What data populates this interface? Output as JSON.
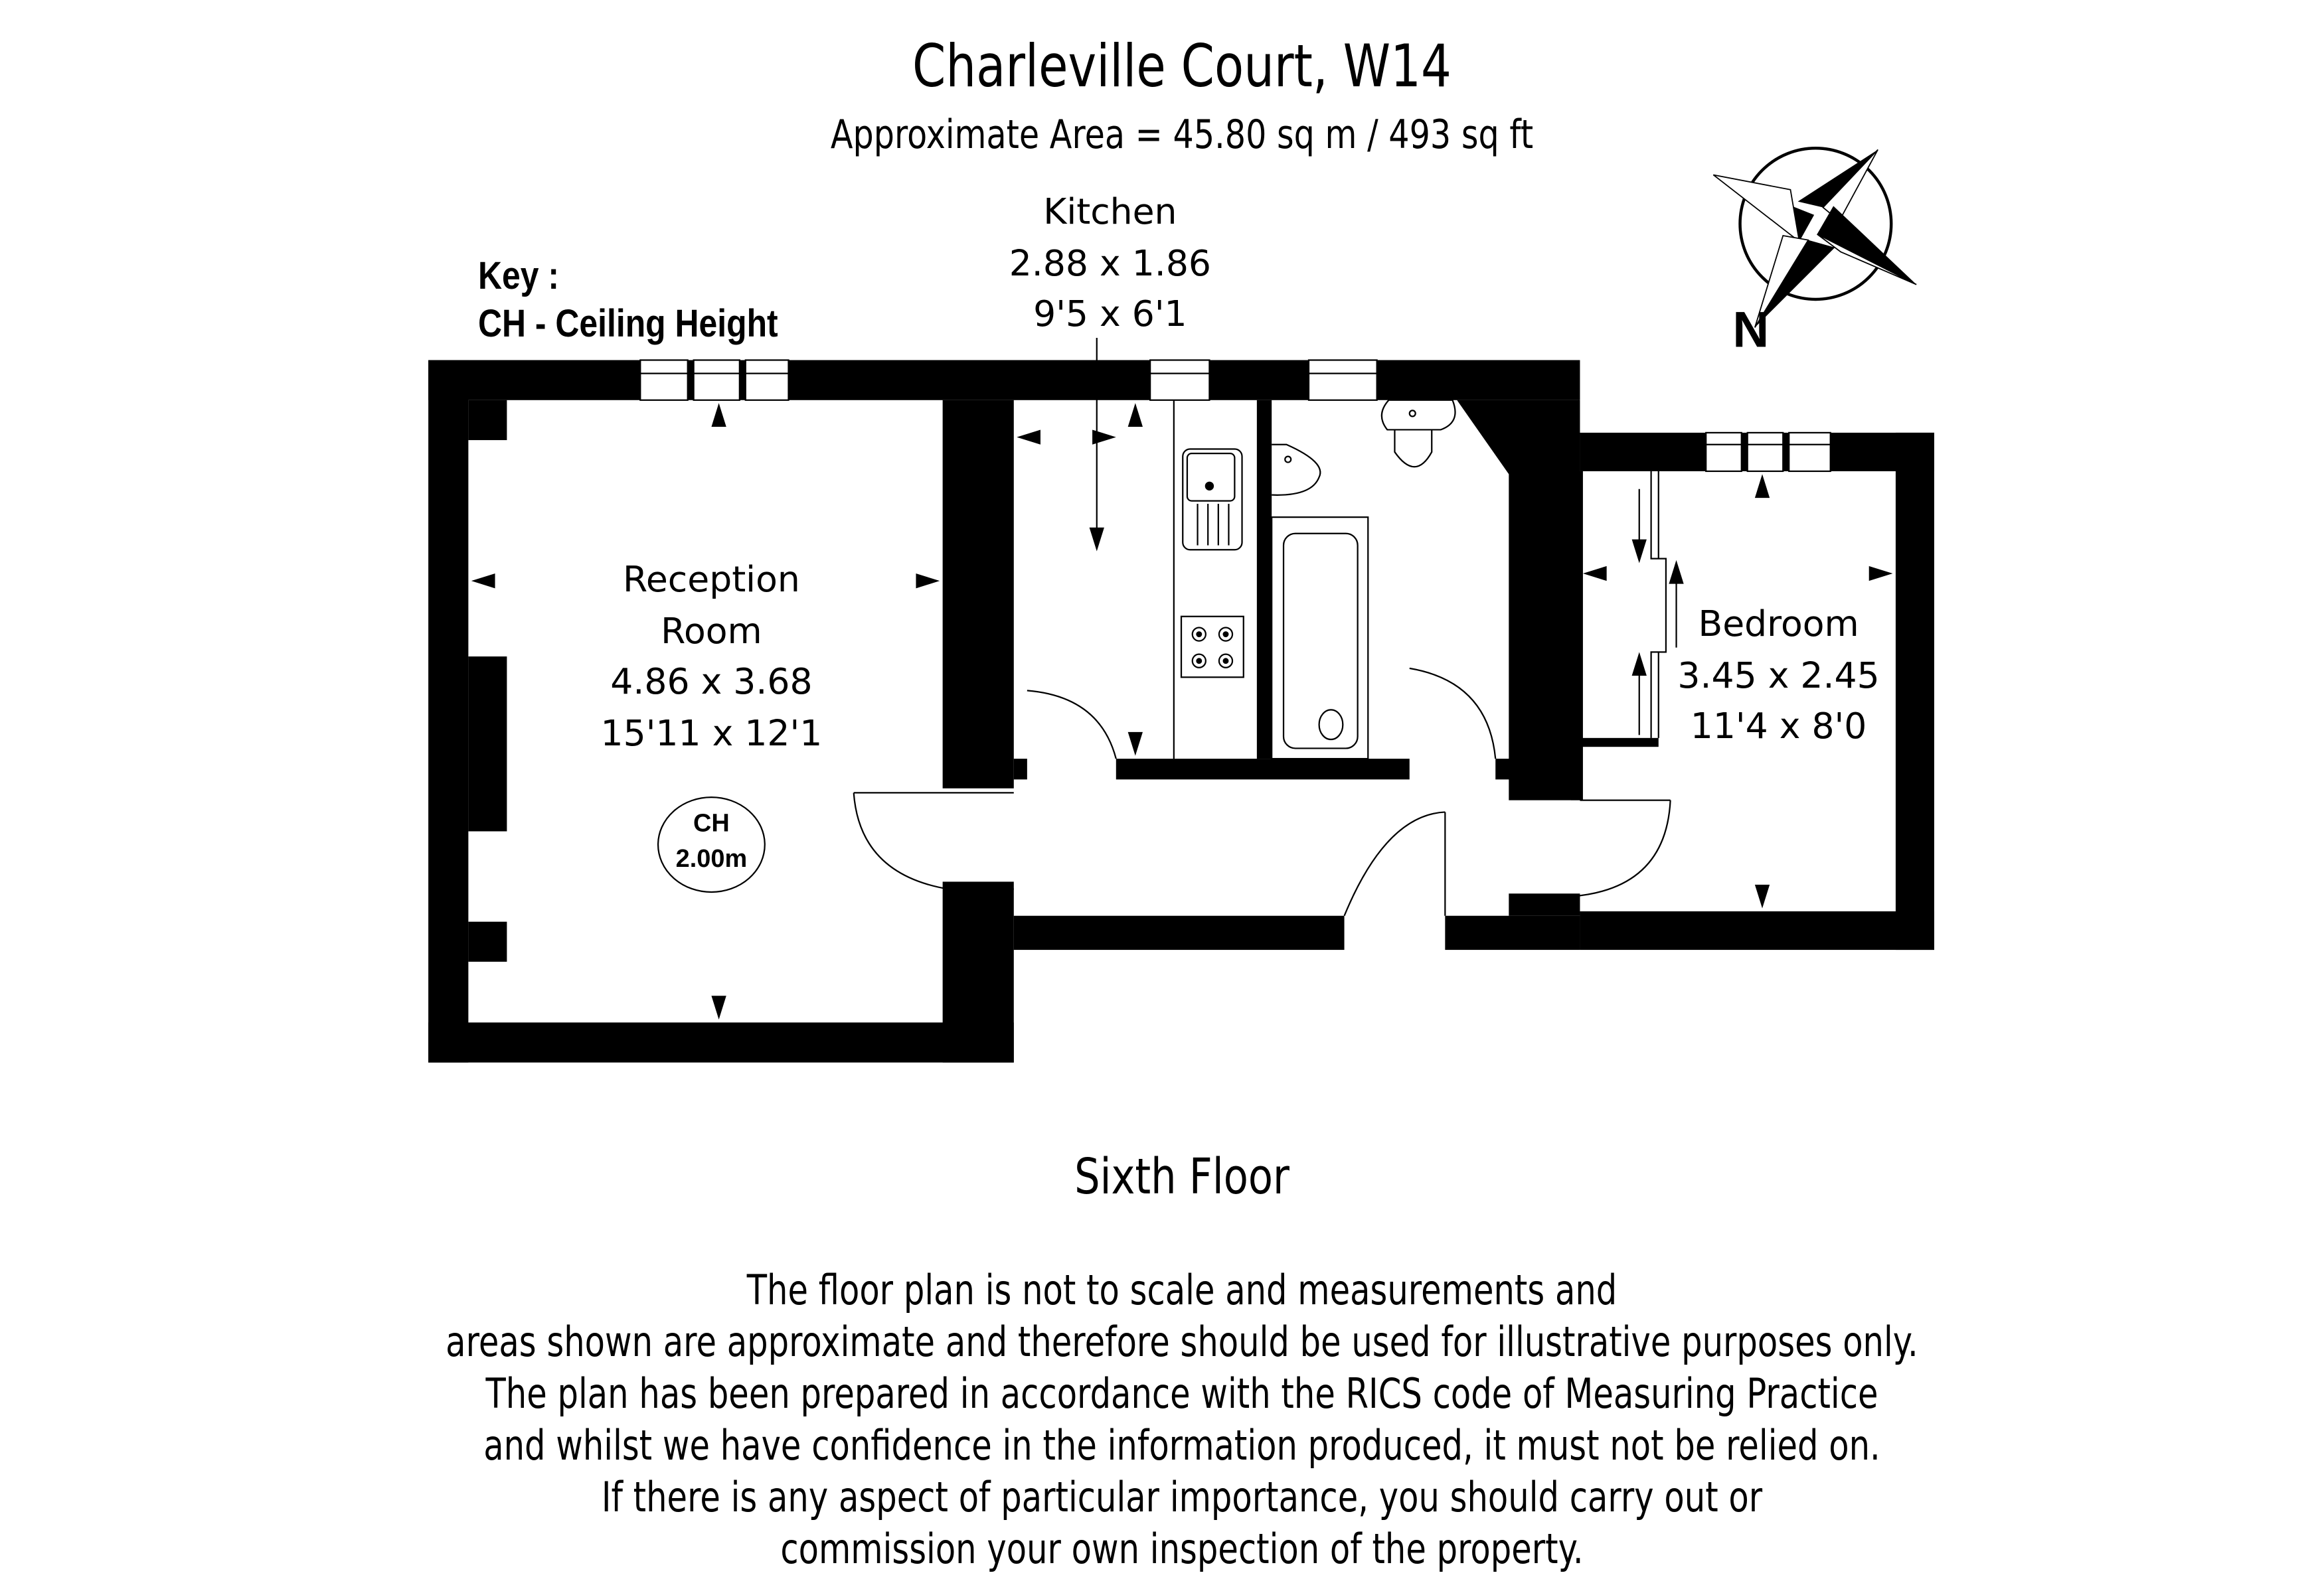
{
  "header": {
    "title": "Charleville Court, W14",
    "subtitle": "Approximate Area =  45.80 sq m / 493 sq ft"
  },
  "key": {
    "heading": "Key :",
    "entries": [
      "CH - Ceiling Height"
    ]
  },
  "compass": {
    "icon": "compass-rose-icon",
    "north_label": "N"
  },
  "rooms": [
    {
      "name": "Reception",
      "name_line2": "Room",
      "metric": "4.86 x 3.68",
      "imperial": "15'11 x 12'1"
    },
    {
      "name": "Kitchen",
      "metric": "2.88 x 1.86",
      "imperial": "9'5 x 6'1"
    },
    {
      "name": "Bedroom",
      "metric": "3.45 x 2.45",
      "imperial": "11'4 x 8'0"
    }
  ],
  "ceiling_height_marker": {
    "label": "CH",
    "value": "2.00m"
  },
  "floor_label": "Sixth Floor",
  "disclaimer": [
    "The floor plan is not to scale and measurements and",
    "areas shown are approximate and therefore should be used for illustrative purposes only.",
    "The plan has been prepared in accordance with the RICS code of Measuring Practice",
    "and whilst we have confidence in the information produced, it must not be relied on.",
    "If there is any aspect of particular importance, you should carry out or",
    "commission your own inspection of the property."
  ],
  "colors": {
    "wall": "#000000",
    "background": "#ffffff",
    "text": "#000000"
  }
}
